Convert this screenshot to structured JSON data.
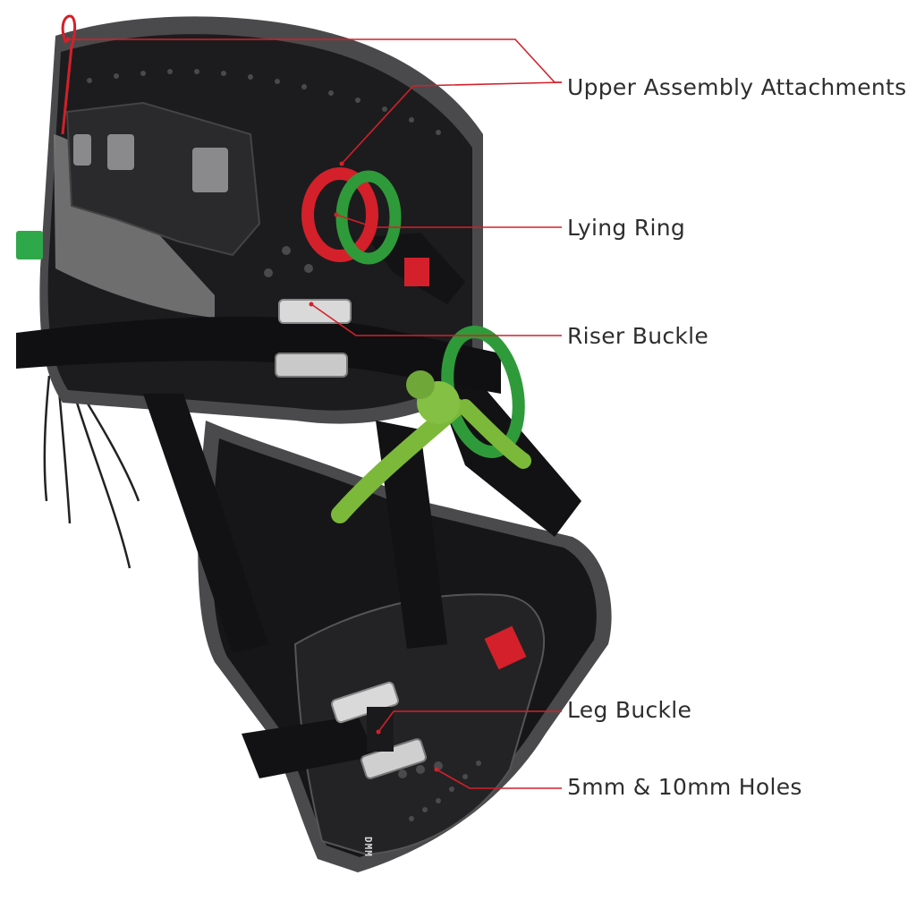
{
  "colors": {
    "background": "#ffffff",
    "leader_line": "#d4202a",
    "label_text": "#2e2e2e",
    "harness_body": "#1c1c1e",
    "harness_edge": "#4a4a4c",
    "mesh": "#8a8a8c",
    "ring_red": "#d4202a",
    "ring_green": "#2f9a3a",
    "rope": "#7cb83a",
    "tab_green": "#2fa84a",
    "buckle_metal": "#d9d9d9"
  },
  "callouts": [
    {
      "id": "upper-assembly-attachments",
      "text": "Upper Assembly Attachments"
    },
    {
      "id": "lying-ring",
      "text": "Lying Ring"
    },
    {
      "id": "riser-buckle",
      "text": "Riser Buckle"
    },
    {
      "id": "leg-buckle",
      "text": "Leg Buckle"
    },
    {
      "id": "holes",
      "text": "5mm & 10mm Holes"
    }
  ],
  "brand_mark": "DMM"
}
